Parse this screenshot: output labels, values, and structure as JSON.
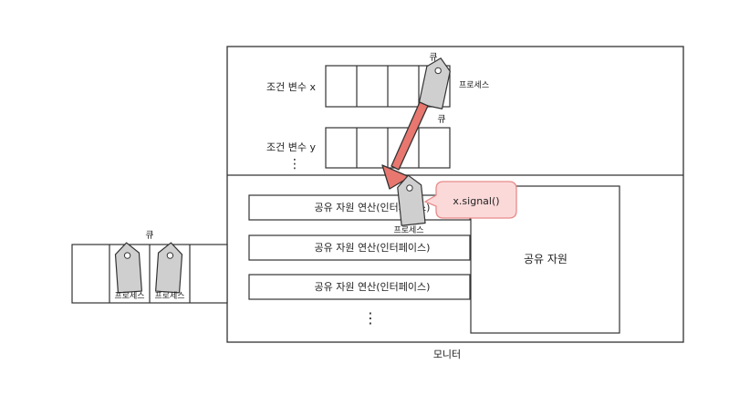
{
  "monitor": {
    "label": "모니터",
    "condition_x_label": "조건 변수 x",
    "condition_y_label": "조건 변수 y",
    "vertical_ellipsis": "⋮",
    "queue_x_label": "큐",
    "queue_y_label": "큐",
    "process_in_queue_label": "프로세스",
    "process_moving_label": "프로세스",
    "signal_call": "x.signal()",
    "operations": [
      "공유 자원 연산(인터페이스)",
      "공유 자원 연산(인터페이스)",
      "공유 자원 연산(인터페이스)"
    ],
    "operations_ellipsis": "⋮",
    "shared_resource_label": "공유 자원"
  },
  "entry_queue": {
    "label": "큐",
    "process_labels": [
      "프로세스",
      "프로세스"
    ]
  },
  "colors": {
    "arrow": "#e8776f",
    "callout_fill": "#fbd9d9",
    "callout_border": "#e88a8a",
    "tag_fill": "#cfcfcf",
    "line": "#333333"
  }
}
